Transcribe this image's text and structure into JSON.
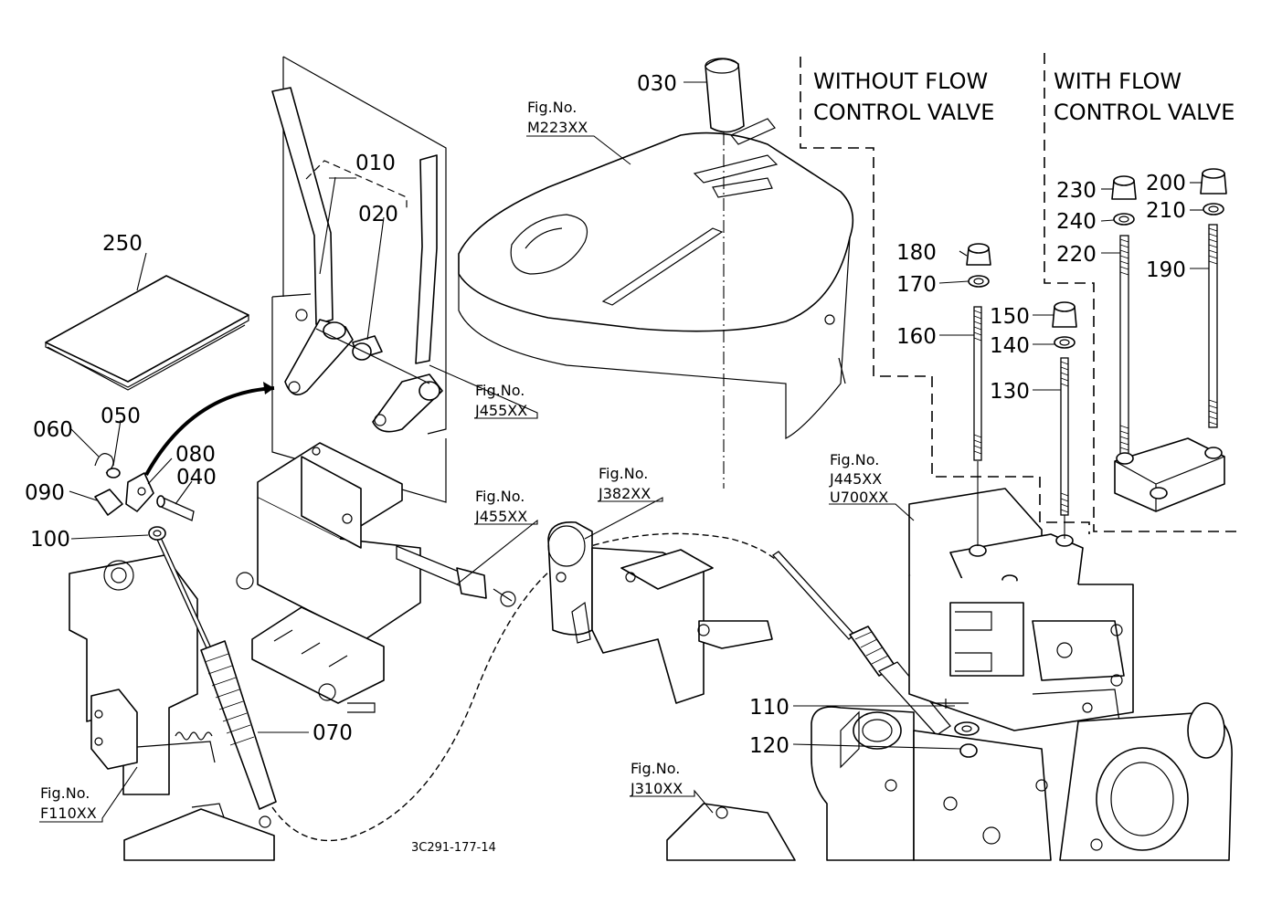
{
  "drawing_code": "3C291-177-14",
  "variant_headers": {
    "without_flow": [
      "WITHOUT FLOW",
      "CONTROL VALVE"
    ],
    "with_flow": [
      "WITH FLOW",
      "CONTROL VALVE"
    ]
  },
  "fig_refs": [
    {
      "caption": "Fig.No.",
      "codes": [
        "M223XX"
      ]
    },
    {
      "caption": "Fig.No.",
      "codes": [
        "J455XX"
      ]
    },
    {
      "caption": "Fig.No.",
      "codes": [
        "J455XX"
      ]
    },
    {
      "caption": "Fig.No.",
      "codes": [
        "J382XX"
      ]
    },
    {
      "caption": "Fig.No.",
      "codes": [
        "J445XX",
        "U700XX"
      ]
    },
    {
      "caption": "Fig.No.",
      "codes": [
        "F110XX"
      ]
    },
    {
      "caption": "Fig.No.",
      "codes": [
        "J310XX"
      ]
    }
  ],
  "part_labels": [
    "010",
    "020",
    "030",
    "040",
    "050",
    "060",
    "070",
    "080",
    "090",
    "100",
    "110",
    "120",
    "130",
    "140",
    "150",
    "160",
    "170",
    "180",
    "190",
    "200",
    "210",
    "220",
    "230",
    "240",
    "250"
  ]
}
